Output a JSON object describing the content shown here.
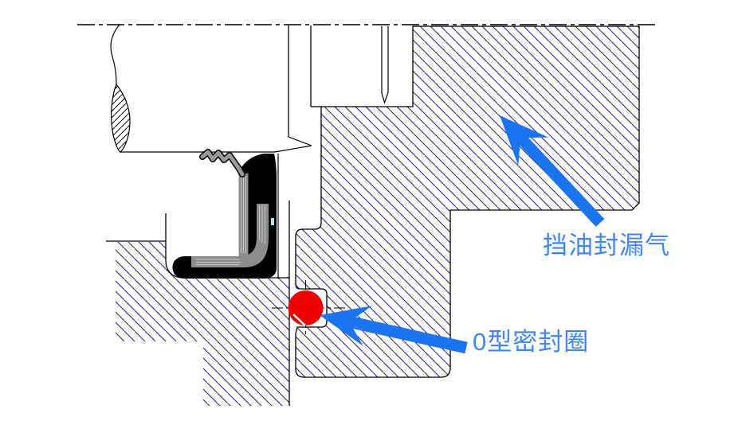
{
  "drawing": {
    "annotations": [
      {
        "id": "oil_seal_leak",
        "text": "挡油封漏气",
        "arrow_direction": "up-left",
        "points_to": "housing-hatch-area-above-oil-seal"
      },
      {
        "id": "o_ring",
        "text": "0型密封圈",
        "arrow_direction": "left",
        "points_to": "red-o-ring-in-groove"
      }
    ]
  },
  "labels": {
    "oil_seal_leak": "挡油封漏气",
    "o_ring": "0型密封圈"
  },
  "colors": {
    "accent": "#1b74f0",
    "label": "#3e86f5",
    "oring": "#ec0000",
    "hatch": "#1c1c99",
    "metal": "#8c8c8c",
    "spring": "#9a9a9a",
    "tint": "#fffdf6",
    "cyan": "#a0f0f6",
    "ink": "#000000",
    "paper": "#ffffff"
  }
}
